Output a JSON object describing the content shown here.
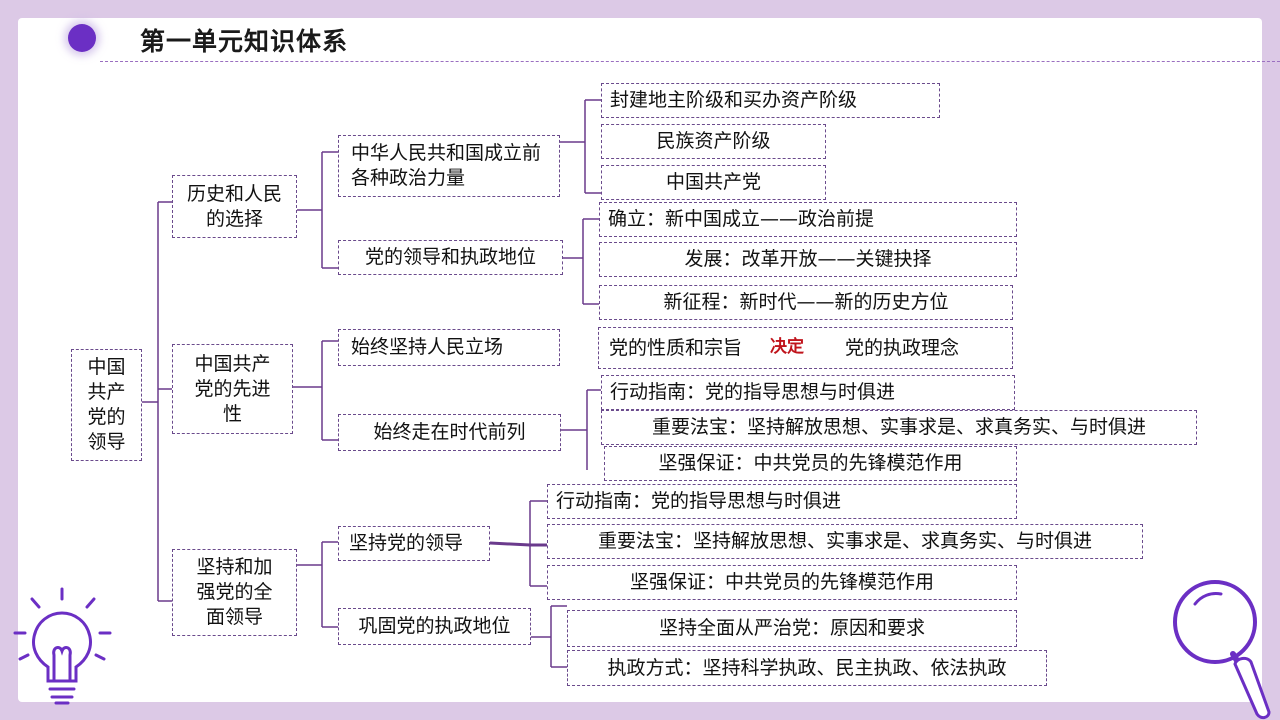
{
  "page": {
    "title": "第一单元知识体系"
  },
  "colors": {
    "accent": "#6b2fc4",
    "line": "#6a3a8c",
    "frame": "#dcc9e6",
    "highlight": "#c0141c"
  },
  "root": {
    "label": "中国共产党的领导"
  },
  "branches": [
    {
      "label": "历史和人民的选择",
      "subtopics": [
        {
          "label": "中华人民共和国成立前各种政治力量",
          "items": [
            "封建地主阶级和买办资产阶级",
            "民族资产阶级",
            "中国共产党"
          ]
        },
        {
          "label": "党的领导和执政地位",
          "items": [
            "确立：新中国成立——政治前提",
            "发展：改革开放——关键抉择",
            "新征程：新时代——新的历史方位"
          ]
        }
      ]
    },
    {
      "label": "中国共产党的先进性",
      "subtopics": [
        {
          "label": "始终坚持人民立场",
          "relation": {
            "from": "党的性质和宗旨",
            "arrow": "决定",
            "to": "党的执政理念"
          }
        },
        {
          "label": "始终走在时代前列",
          "items": [
            "行动指南：党的指导思想与时俱进",
            "重要法宝：坚持解放思想、实事求是、求真务实、与时俱进",
            "坚强保证：中共党员的先锋模范作用"
          ]
        }
      ]
    },
    {
      "label": "坚持和加强党的全面领导",
      "subtopics": [
        {
          "label": "坚持党的领导",
          "items": [
            "行动指南：党的指导思想与时俱进",
            "重要法宝：坚持解放思想、实事求是、求真务实、与时俱进",
            "坚强保证：中共党员的先锋模范作用"
          ]
        },
        {
          "label": "巩固党的执政地位",
          "items": [
            "坚持全面从严治党：原因和要求",
            "执政方式：坚持科学执政、民主执政、依法执政"
          ]
        }
      ]
    }
  ],
  "icons": {
    "title_marker": "purple-dot-icon",
    "left_decoration": "lightbulb-icon",
    "right_decoration": "magnifier-icon"
  }
}
